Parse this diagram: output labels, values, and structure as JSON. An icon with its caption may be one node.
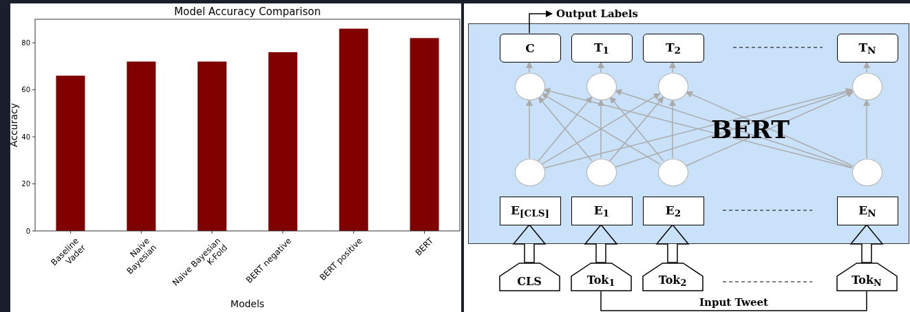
{
  "diagram": {
    "nodes": [
      {
        "text": [
          "Output Labels"
        ]
      },
      {
        "text": [
          "BERT"
        ]
      },
      {
        "text": [
          "C"
        ],
        "in": 1
      },
      {
        "text": [
          "T$_{1}$"
        ],
        "in": 1
      },
      {
        "text": [
          "T$_{2}$"
        ],
        "in": 1
      },
      {
        "text": [
          "T$_{N}$"
        ],
        "in": 1
      },
      {
        "text": [],
        "shape": "circle",
        "in": 1
      },
      {
        "text": [],
        "shape": "circle",
        "in": 1
      },
      {
        "text": [],
        "shape": "circle",
        "in": 1
      },
      {
        "text": [],
        "shape": "circle",
        "in": 1
      },
      {
        "text": [],
        "shape": "circle",
        "in": 1
      },
      {
        "text": [],
        "shape": "circle",
        "in": 1
      },
      {
        "text": [],
        "shape": "circle",
        "in": 1
      },
      {
        "text": [],
        "shape": "circle",
        "in": 1
      },
      {
        "text": [
          "E$_{[CLS]}$"
        ],
        "in": 1
      },
      {
        "text": [
          "E$_{1}$"
        ],
        "in": 1
      },
      {
        "text": [
          "E$_{2}$"
        ],
        "in": 1
      },
      {
        "text": [
          "E$_{N}$"
        ],
        "in": 1
      },
      {
        "text": [
          "CLS"
        ]
      },
      {
        "text": [
          "Tok$_{1}$"
        ]
      },
      {
        "text": [
          "Tok$_{2}$"
        ]
      },
      {
        "text": [
          "Tok$_{N}$"
        ]
      }
    ],
    "edges": [
      {
        "from": 2,
        "to": 0,
        "arrow": "to",
        "color": "#000000"
      },
      {
        "from": 6,
        "to": 2,
        "arrow": "to"
      },
      {
        "from": 7,
        "to": 3,
        "arrow": "to"
      },
      {
        "from": 8,
        "to": 4,
        "arrow": "to"
      },
      {
        "from": 9,
        "to": 5,
        "arrow": "to"
      },
      {
        "from": 10,
        "to": 6,
        "arrow": "to"
      },
      {
        "from": 10,
        "to": 7,
        "arrow": "to"
      },
      {
        "from": 10,
        "to": 8,
        "arrow": "to"
      },
      {
        "from": 10,
        "to": 9,
        "arrow": "to"
      },
      {
        "from": 11,
        "to": 6,
        "arrow": "to"
      },
      {
        "from": 11,
        "to": 7,
        "arrow": "to"
      },
      {
        "from": 11,
        "to": 8,
        "arrow": "to"
      },
      {
        "from": 11,
        "to": 9,
        "arrow": "to"
      },
      {
        "from": 12,
        "to": 6,
        "arrow": "to"
      },
      {
        "from": 12,
        "to": 7,
        "arrow": "to"
      },
      {
        "from": 12,
        "to": 8,
        "arrow": "to"
      },
      {
        "from": 12,
        "to": 9,
        "arrow": "to"
      },
      {
        "from": 13,
        "to": 6,
        "arrow": "to"
      },
      {
        "from": 13,
        "to": 7,
        "arrow": "to"
      },
      {
        "from": 13,
        "to": 8,
        "arrow": "to"
      },
      {
        "from": 13,
        "to": 9,
        "arrow": "to"
      },
      {
        "from": 18,
        "to": 14,
        "arrow": "to",
        "style": "thick",
        "color": "#000000"
      },
      {
        "from": 19,
        "to": 15,
        "arrow": "to",
        "style": "thick",
        "color": "#000000"
      },
      {
        "from": 20,
        "to": 16,
        "arrow": "to",
        "style": "thick",
        "color": "#000000"
      },
      {
        "from": 21,
        "to": 17,
        "arrow": "to",
        "style": "thick",
        "color": "#000000"
      },
      {
        "from": 19,
        "to": 21,
        "arrow": "none",
        "label": "Input Tweet",
        "color": "#000000"
      }
    ],
    "chart_data": {
      "type": "bar",
      "title": "Model Accuracy Comparison",
      "xlabel": "Models",
      "ylabel": "Accuracy",
      "categories": [
        "Baseline Vader",
        "Naive Bayesian",
        "Naive Bayesian K-Fold",
        "BERT negative",
        "BERT positive",
        "BERT"
      ],
      "series": [
        {
          "color": "#800000",
          "values": [
            66,
            72,
            72,
            76,
            86,
            82
          ]
        }
      ],
      "ylim": [
        0,
        90
      ],
      "yticks": [
        0,
        20,
        40,
        60,
        80
      ]
    }
  }
}
